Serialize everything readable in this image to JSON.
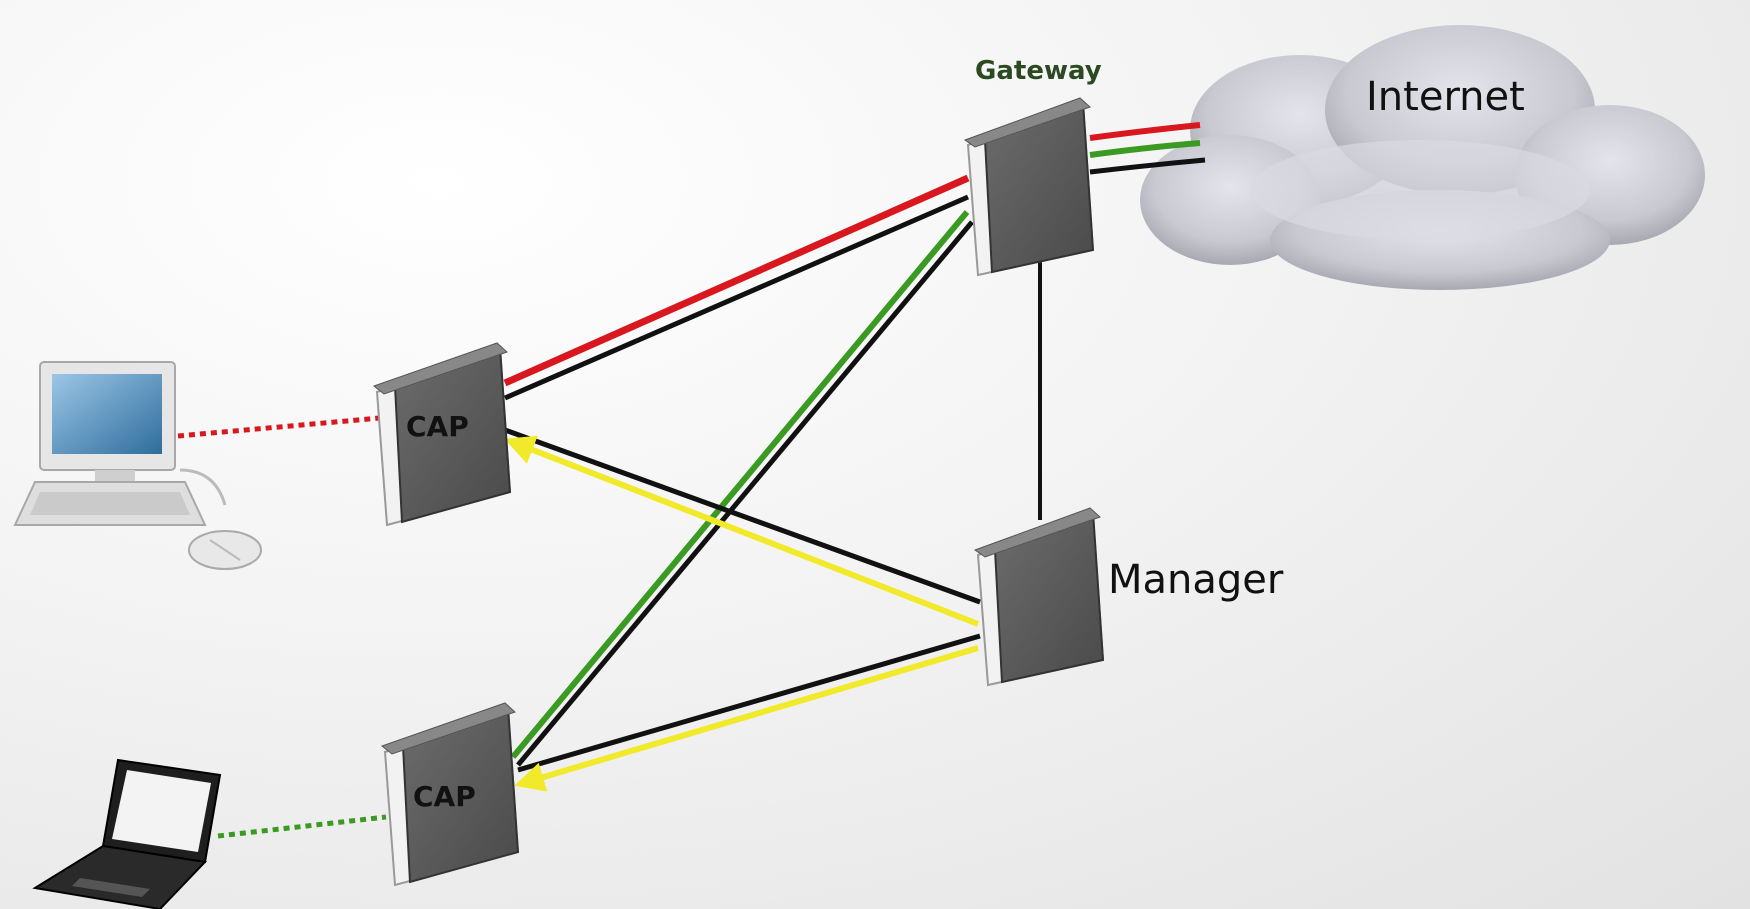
{
  "diagram": {
    "nodes": {
      "gateway": {
        "label": "Gateway"
      },
      "internet": {
        "label": "Internet"
      },
      "manager": {
        "label": "Manager"
      },
      "cap_top": {
        "label": "CAP"
      },
      "cap_bottom": {
        "label": "CAP"
      }
    },
    "colors": {
      "red_link": "#d8181e",
      "green_link": "#3a9a22",
      "black_link": "#111111",
      "yellow_link": "#f0ea2a",
      "device_face": "#5f5f5f",
      "device_side": "#e8e8e8"
    }
  }
}
